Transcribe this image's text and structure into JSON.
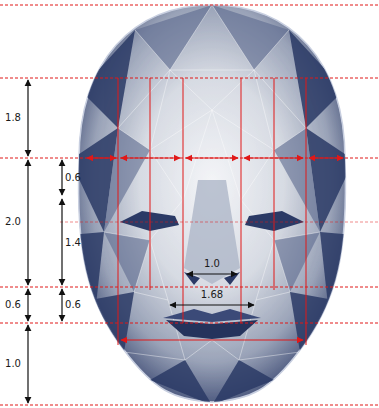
{
  "diagram": {
    "labels": [
      "1.8",
      "0.6",
      "2.0",
      "1.4",
      "1.0",
      "0.6",
      "0.6",
      "1.68",
      "1.0"
    ]
  }
}
